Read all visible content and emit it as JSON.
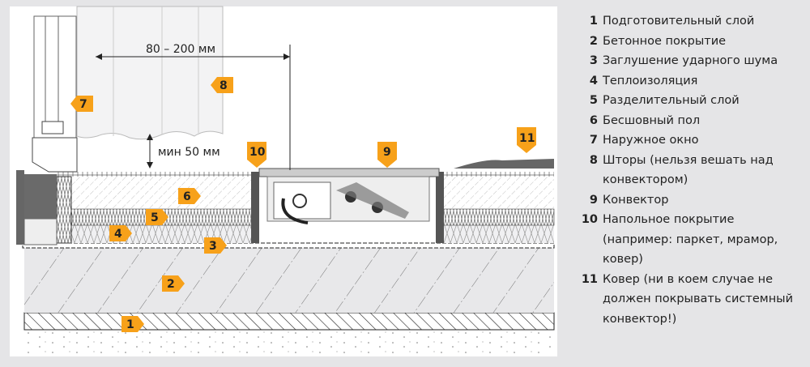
{
  "dimensions": {
    "width_range": "80 – 200 мм",
    "min_gap": "мин 50 мм"
  },
  "colors": {
    "marker": "#f7a11a",
    "background": "#e5e5e7",
    "panel": "#ffffff"
  },
  "markers": [
    "1",
    "2",
    "3",
    "4",
    "5",
    "6",
    "7",
    "8",
    "9",
    "10",
    "11"
  ],
  "legend": [
    {
      "num": "1",
      "text": "Подготовительный слой"
    },
    {
      "num": "2",
      "text": "Бетонное покрытие"
    },
    {
      "num": "3",
      "text": "Заглушение ударного шума"
    },
    {
      "num": "4",
      "text": "Теплоизоляция"
    },
    {
      "num": "5",
      "text": "Разделительный слой"
    },
    {
      "num": "6",
      "text": "Бесшовный пол"
    },
    {
      "num": "7",
      "text": "Наружное окно"
    },
    {
      "num": "8",
      "text": "Шторы (нельзя вешать над конвектором)"
    },
    {
      "num": "9",
      "text": "Конвектор"
    },
    {
      "num": "10",
      "text": "Напольное покрытие (например: паркет, мрамор, ковер)"
    },
    {
      "num": "11",
      "text": "Ковер (ни в коем случае не должен покрывать системный конвектор!)"
    }
  ]
}
